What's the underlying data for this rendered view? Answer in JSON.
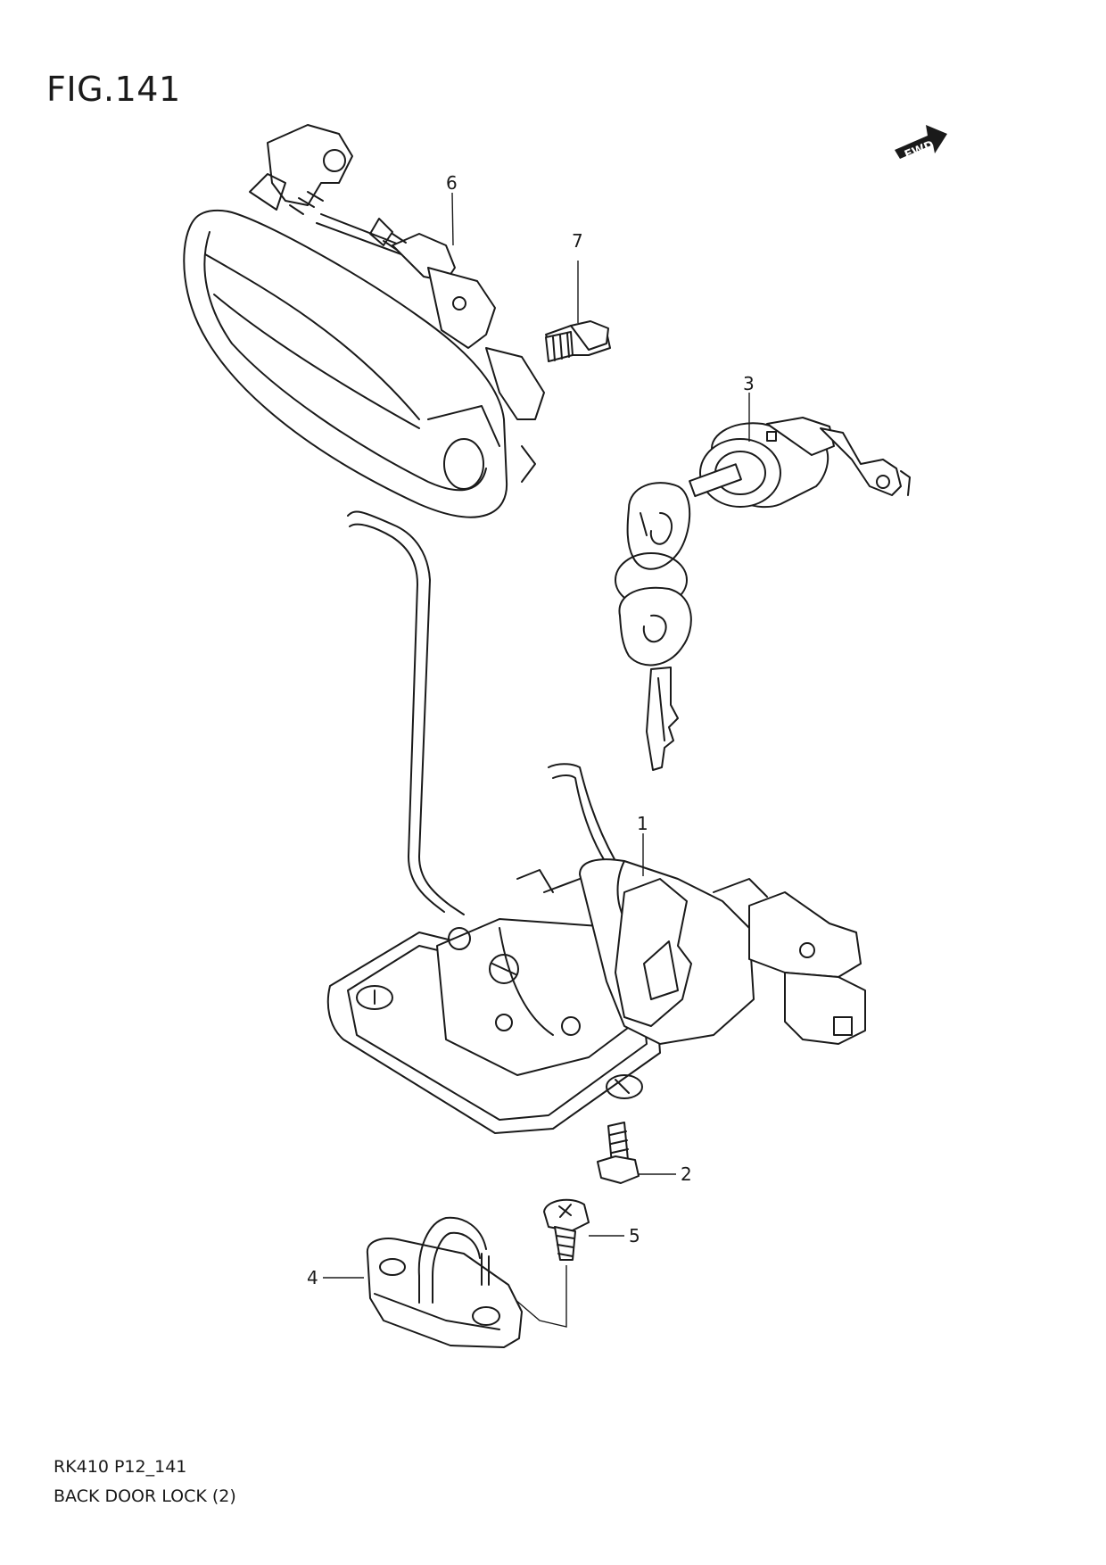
{
  "figure": {
    "title": "FIG.141",
    "fwd_label": "FWD"
  },
  "callouts": [
    {
      "id": "1",
      "label": "1"
    },
    {
      "id": "2",
      "label": "2"
    },
    {
      "id": "3",
      "label": "3"
    },
    {
      "id": "4",
      "label": "4"
    },
    {
      "id": "5",
      "label": "5"
    },
    {
      "id": "6",
      "label": "6"
    },
    {
      "id": "7",
      "label": "7"
    }
  ],
  "footer": {
    "model_code": "RK410 P12_141",
    "section_name": "BACK DOOR LOCK (2)"
  }
}
